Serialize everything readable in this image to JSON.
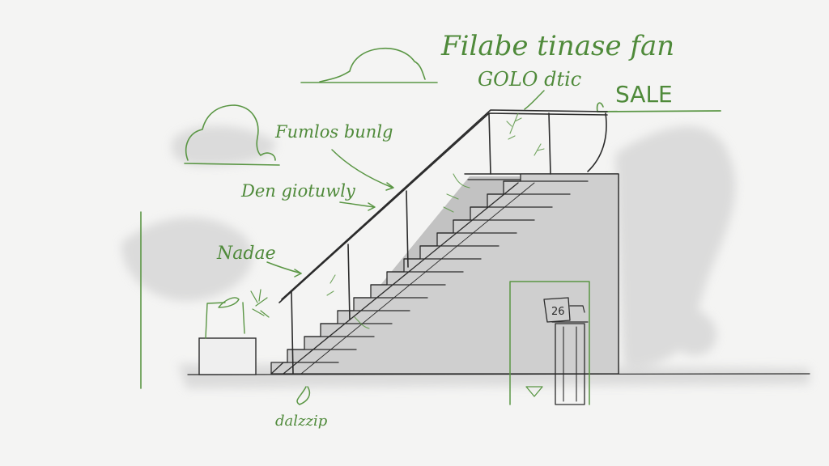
{
  "labels": {
    "title_line1": "Filabe tinase fan",
    "title_line2": "GOLO dtic",
    "sale": "SALE",
    "label_top": "Fumlos bunlg",
    "label_middle": "Den giotuwly",
    "label_lower": "Nadae",
    "label_bottom": "dalzzip",
    "sign_text": "26"
  },
  "colors": {
    "ink": "#2b2b2b",
    "accent_green": "#5a9644",
    "shadow_gray": "#c9c9c9",
    "wall_gray": "#b9b9b9"
  }
}
